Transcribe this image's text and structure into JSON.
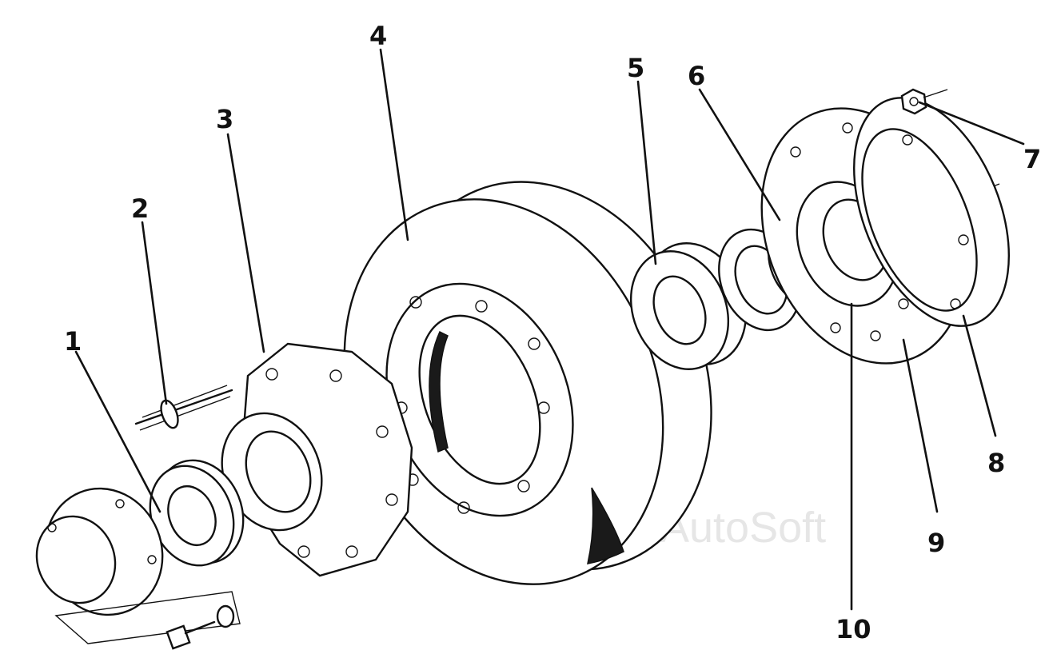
{
  "diagram": {
    "callouts": [
      {
        "id": "1",
        "label": "1"
      },
      {
        "id": "2",
        "label": "2"
      },
      {
        "id": "3",
        "label": "3"
      },
      {
        "id": "4",
        "label": "4"
      },
      {
        "id": "5",
        "label": "5"
      },
      {
        "id": "6",
        "label": "6"
      },
      {
        "id": "7",
        "label": "7"
      },
      {
        "id": "8",
        "label": "8"
      },
      {
        "id": "9",
        "label": "9"
      },
      {
        "id": "10",
        "label": "10"
      }
    ],
    "watermark": "AutoSoft"
  }
}
